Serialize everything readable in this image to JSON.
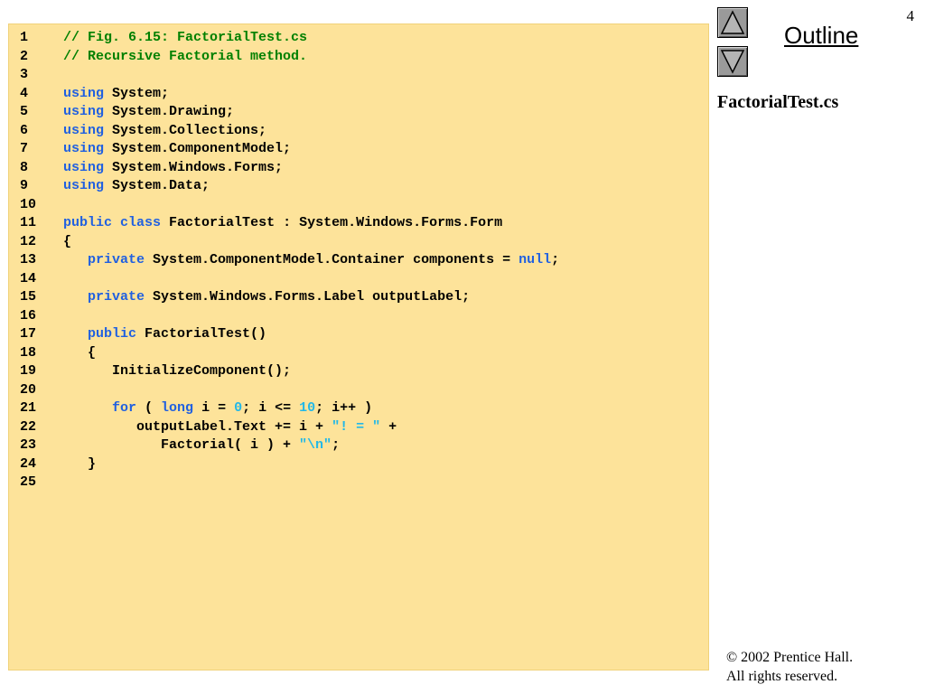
{
  "slide": {
    "number": "4",
    "outline_label": "Outline",
    "file_name": "FactorialTest.cs",
    "copyright_line1": "© 2002 Prentice Hall.",
    "copyright_line2": "All rights reserved."
  },
  "nav": {
    "prev_icon": "triangle-up-icon",
    "next_icon": "triangle-down-icon"
  },
  "colors": {
    "panel_background": "#fde39a",
    "comment": "#008000",
    "keyword": "#2060e0",
    "literal": "#22b8e8"
  },
  "code": {
    "lines": [
      {
        "num": "1",
        "tokens": [
          {
            "t": "// Fig. 6.15: FactorialTest.cs",
            "k": "comment"
          }
        ]
      },
      {
        "num": "2",
        "tokens": [
          {
            "t": "// Recursive Factorial method.",
            "k": "comment"
          }
        ]
      },
      {
        "num": "3",
        "tokens": []
      },
      {
        "num": "4",
        "tokens": [
          {
            "t": "using",
            "k": "keyword"
          },
          {
            "t": " System;",
            "k": "plain"
          }
        ]
      },
      {
        "num": "5",
        "tokens": [
          {
            "t": "using",
            "k": "keyword"
          },
          {
            "t": " System.Drawing;",
            "k": "plain"
          }
        ]
      },
      {
        "num": "6",
        "tokens": [
          {
            "t": "using",
            "k": "keyword"
          },
          {
            "t": " System.Collections;",
            "k": "plain"
          }
        ]
      },
      {
        "num": "7",
        "tokens": [
          {
            "t": "using",
            "k": "keyword"
          },
          {
            "t": " System.ComponentModel;",
            "k": "plain"
          }
        ]
      },
      {
        "num": "8",
        "tokens": [
          {
            "t": "using",
            "k": "keyword"
          },
          {
            "t": " System.Windows.Forms;",
            "k": "plain"
          }
        ]
      },
      {
        "num": "9",
        "tokens": [
          {
            "t": "using",
            "k": "keyword"
          },
          {
            "t": " System.Data;",
            "k": "plain"
          }
        ]
      },
      {
        "num": "10",
        "tokens": []
      },
      {
        "num": "11",
        "tokens": [
          {
            "t": "public",
            "k": "keyword"
          },
          {
            "t": " ",
            "k": "plain"
          },
          {
            "t": "class",
            "k": "keyword"
          },
          {
            "t": " FactorialTest : System.Windows.Forms.Form",
            "k": "plain"
          }
        ]
      },
      {
        "num": "12",
        "tokens": [
          {
            "t": "{",
            "k": "plain"
          }
        ]
      },
      {
        "num": "13",
        "tokens": [
          {
            "t": "   ",
            "k": "plain"
          },
          {
            "t": "private",
            "k": "keyword"
          },
          {
            "t": " System.ComponentModel.Container components = ",
            "k": "plain"
          },
          {
            "t": "null",
            "k": "keyword"
          },
          {
            "t": ";",
            "k": "plain"
          }
        ]
      },
      {
        "num": "14",
        "tokens": []
      },
      {
        "num": "15",
        "tokens": [
          {
            "t": "   ",
            "k": "plain"
          },
          {
            "t": "private",
            "k": "keyword"
          },
          {
            "t": " System.Windows.Forms.Label outputLabel;",
            "k": "plain"
          }
        ]
      },
      {
        "num": "16",
        "tokens": []
      },
      {
        "num": "17",
        "tokens": [
          {
            "t": "   ",
            "k": "plain"
          },
          {
            "t": "public",
            "k": "keyword"
          },
          {
            "t": " FactorialTest()",
            "k": "plain"
          }
        ]
      },
      {
        "num": "18",
        "tokens": [
          {
            "t": "   {",
            "k": "plain"
          }
        ]
      },
      {
        "num": "19",
        "tokens": [
          {
            "t": "      InitializeComponent();",
            "k": "plain"
          }
        ]
      },
      {
        "num": "20",
        "tokens": []
      },
      {
        "num": "21",
        "tokens": [
          {
            "t": "      ",
            "k": "plain"
          },
          {
            "t": "for",
            "k": "keyword"
          },
          {
            "t": " ( ",
            "k": "plain"
          },
          {
            "t": "long",
            "k": "keyword"
          },
          {
            "t": " i = ",
            "k": "plain"
          },
          {
            "t": "0",
            "k": "literal"
          },
          {
            "t": "; i <= ",
            "k": "plain"
          },
          {
            "t": "10",
            "k": "literal"
          },
          {
            "t": "; i++ )",
            "k": "plain"
          }
        ]
      },
      {
        "num": "22",
        "tokens": [
          {
            "t": "         outputLabel.Text += i + ",
            "k": "plain"
          },
          {
            "t": "\"! = \"",
            "k": "literal"
          },
          {
            "t": " +",
            "k": "plain"
          }
        ]
      },
      {
        "num": "23",
        "tokens": [
          {
            "t": "            Factorial( i ) + ",
            "k": "plain"
          },
          {
            "t": "\"\\n\"",
            "k": "literal"
          },
          {
            "t": ";",
            "k": "plain"
          }
        ]
      },
      {
        "num": "24",
        "tokens": [
          {
            "t": "   }",
            "k": "plain"
          }
        ]
      },
      {
        "num": "25",
        "tokens": []
      }
    ]
  }
}
